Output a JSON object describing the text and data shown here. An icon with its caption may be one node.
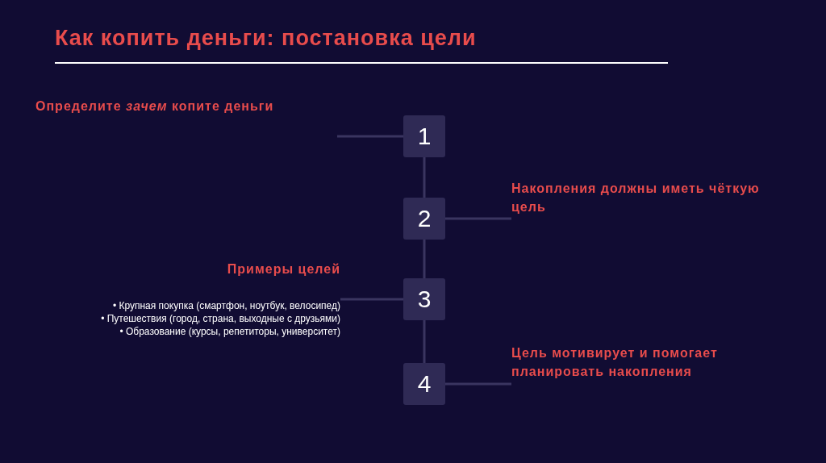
{
  "diagram": {
    "title": "Как копить деньги: постановка цели",
    "nodes": [
      {
        "text": [
          "1"
        ]
      },
      {
        "text": [
          "2"
        ]
      },
      {
        "text": [
          "3"
        ]
      },
      {
        "text": [
          "4"
        ]
      },
      {
        "text": [
          "Определите *зачем* копите деньги"
        ]
      },
      {
        "text": [
          "Накопления должны иметь чёткую цель"
        ]
      },
      {
        "text": [
          "Примеры целей",
          "• Крупная покупка (смартфон, ноутбук, велосипед)",
          "• Путешествия (город, страна, выходные с друзьями)",
          "• Образование (курсы, репетиторы, университет)"
        ]
      },
      {
        "text": [
          "Цель мотивирует и помогает планировать накопления"
        ]
      }
    ],
    "edges": [
      {
        "from": 0,
        "to": 1,
        "arrow": "none"
      },
      {
        "from": 1,
        "to": 2,
        "arrow": "none"
      },
      {
        "from": 2,
        "to": 3,
        "arrow": "none"
      },
      {
        "from": 0,
        "to": null,
        "arrow": "none"
      },
      {
        "from": 1,
        "to": 5,
        "arrow": "none"
      },
      {
        "from": 2,
        "to": 6,
        "arrow": "none"
      },
      {
        "from": 3,
        "to": 7,
        "arrow": "none"
      }
    ]
  }
}
